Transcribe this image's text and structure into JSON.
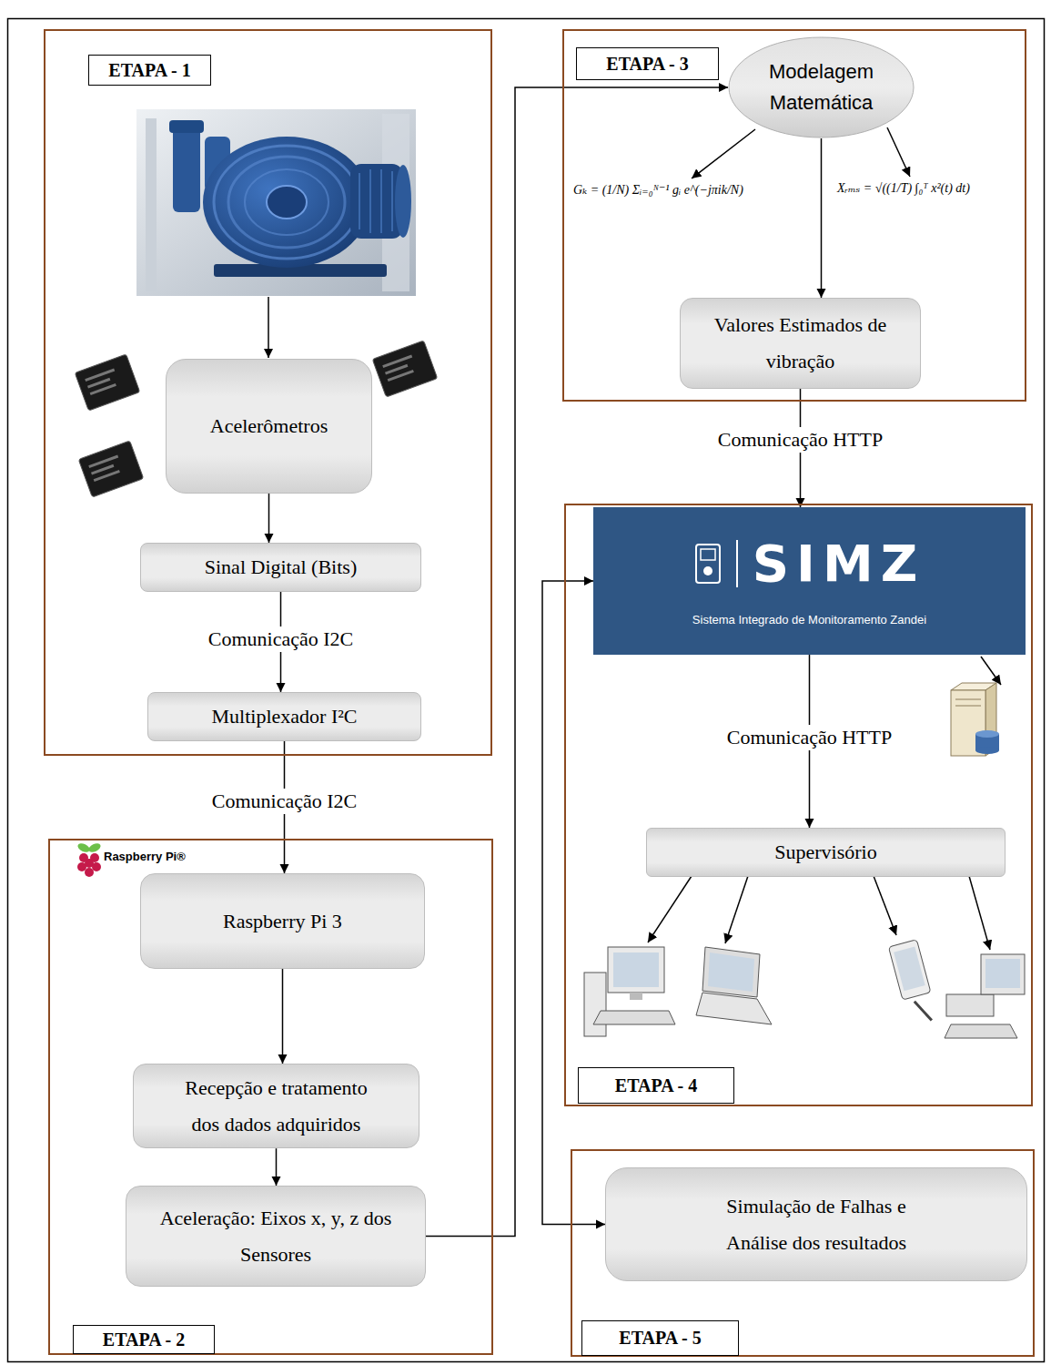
{
  "diagram": {
    "nodes": [
      {
        "text": [
          "ETAPA - 1"
        ]
      },
      {
        "text": [
          "Acelerômetros"
        ],
        "in": 0
      },
      {
        "text": [
          "Sinal Digital (Bits)"
        ],
        "in": 0
      },
      {
        "text": [
          "Multiplexador I²C"
        ],
        "in": 0
      },
      {
        "text": [
          "ETAPA - 2"
        ]
      },
      {
        "text": [
          "Raspberry Pi 3"
        ],
        "in": 4
      },
      {
        "text": [
          "Recepção e tratamento dos dados adquiridos"
        ],
        "in": 4
      },
      {
        "text": [
          "Aceleração: Eixos x, y, z dos Sensores"
        ],
        "in": 4
      },
      {
        "text": [
          "ETAPA - 3"
        ]
      },
      {
        "text": [
          "Modelagem Matemática"
        ],
        "in": 8
      },
      {
        "text": [
          "Valores Estimados de vibração"
        ],
        "in": 8
      },
      {
        "text": [
          "ETAPA - 4"
        ]
      },
      {
        "text": [
          "SIMZ",
          "Sistema Integrado de Monitoramento Zandei"
        ],
        "in": 11
      },
      {
        "text": [
          "Supervisório"
        ],
        "in": 11
      },
      {
        "text": [
          "ETAPA - 5"
        ]
      },
      {
        "text": [
          "Simulação de Falhas e Análise dos resultados"
        ],
        "in": 14
      }
    ],
    "edges": [
      {
        "from": 1,
        "to": 2,
        "arrow": "to"
      },
      {
        "from": 2,
        "to": 3,
        "label": "Comunicação I2C",
        "arrow": "to"
      },
      {
        "from": 3,
        "to": 5,
        "label": "Comunicação I2C",
        "arrow": "to"
      },
      {
        "from": 5,
        "to": 6,
        "arrow": "to"
      },
      {
        "from": 6,
        "to": 7,
        "arrow": "to"
      },
      {
        "from": 7,
        "to": 9,
        "arrow": "to"
      },
      {
        "from": 9,
        "to": 10,
        "arrow": "to"
      },
      {
        "from": 10,
        "to": 12,
        "label": "Comunicação HTTP",
        "arrow": "to"
      },
      {
        "from": 12,
        "to": 13,
        "label": "Comunicação HTTP",
        "arrow": "to"
      },
      {
        "from": 12,
        "to": 15,
        "arrow": "both"
      }
    ],
    "labels": [
      "Raspberry Pi®",
      "Gₖ = (1/N) Σᵢ₌₀ᴺ⁻¹ gᵢ e^(−jπik/N)",
      "Xᵣₘₛ = √((1/T) ∫₀ᵀ x²(t) dt)"
    ]
  }
}
